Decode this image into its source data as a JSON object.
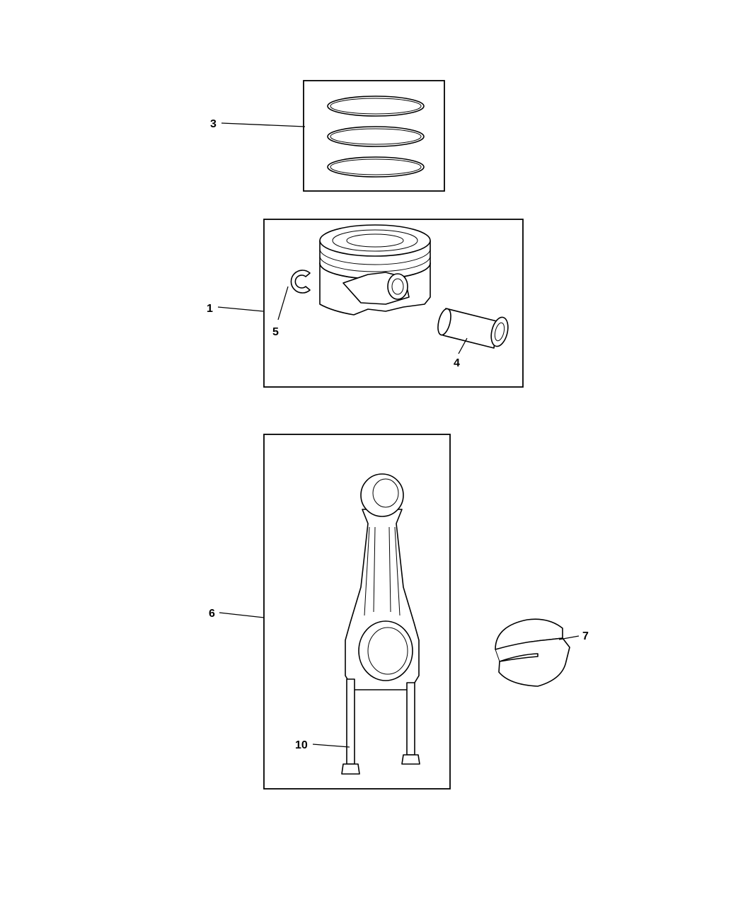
{
  "diagram": {
    "callouts": [
      {
        "id": "ring-set",
        "label": "3"
      },
      {
        "id": "piston",
        "label": "1"
      },
      {
        "id": "retainer-clip",
        "label": "5"
      },
      {
        "id": "piston-pin",
        "label": "4"
      },
      {
        "id": "connecting-rod",
        "label": "6"
      },
      {
        "id": "rod-bearing",
        "label": "7"
      },
      {
        "id": "rod-bolt",
        "label": "10"
      }
    ],
    "colors": {
      "line": "#000000",
      "background": "#ffffff"
    }
  }
}
